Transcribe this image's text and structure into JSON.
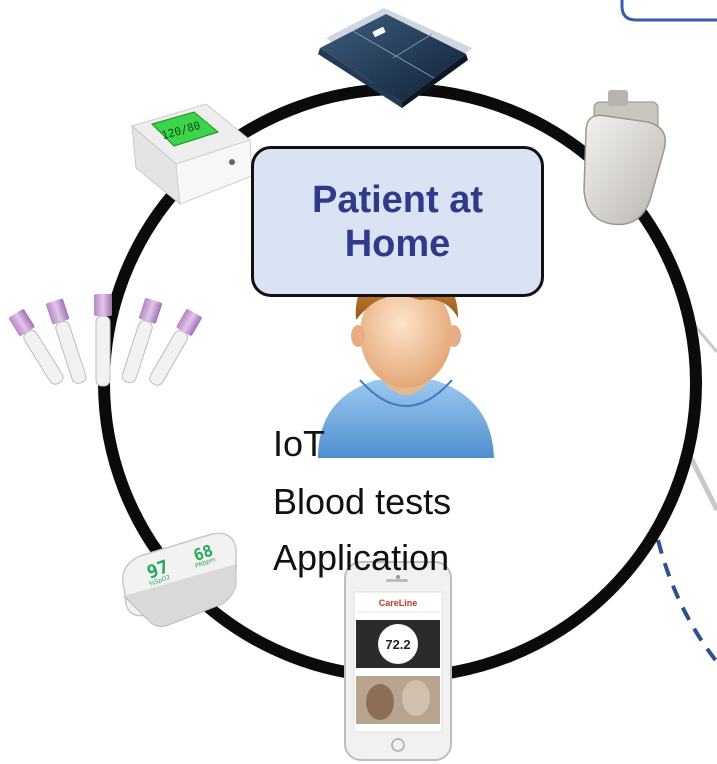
{
  "center": {
    "title_line1": "Patient at",
    "title_line2": "Home"
  },
  "items": [
    {
      "label": "IoT"
    },
    {
      "label": "Blood tests"
    },
    {
      "label": "Application"
    }
  ],
  "devices": [
    {
      "name": "smart-scale"
    },
    {
      "name": "pacemaker"
    },
    {
      "name": "blood-pressure-monitor"
    },
    {
      "name": "blood-sample-tubes"
    },
    {
      "name": "pulse-oximeter"
    },
    {
      "name": "smartphone-app"
    }
  ],
  "phone_screen": {
    "brand": "CareLine",
    "reading": "72.2"
  },
  "oximeter_display": {
    "spo2_label": "%SpO2",
    "spo2_value": "97",
    "pr_label": "PRbpm",
    "pr_value": "68"
  },
  "bp_display": {
    "value": "120/80"
  },
  "colors": {
    "ring": "#0b0b0b",
    "title_box_fill": "#dae3f3",
    "title_text": "#2f3a8a",
    "dashed_arc": "#2f4f8f",
    "top_right_box_border": "#3b5cad"
  }
}
